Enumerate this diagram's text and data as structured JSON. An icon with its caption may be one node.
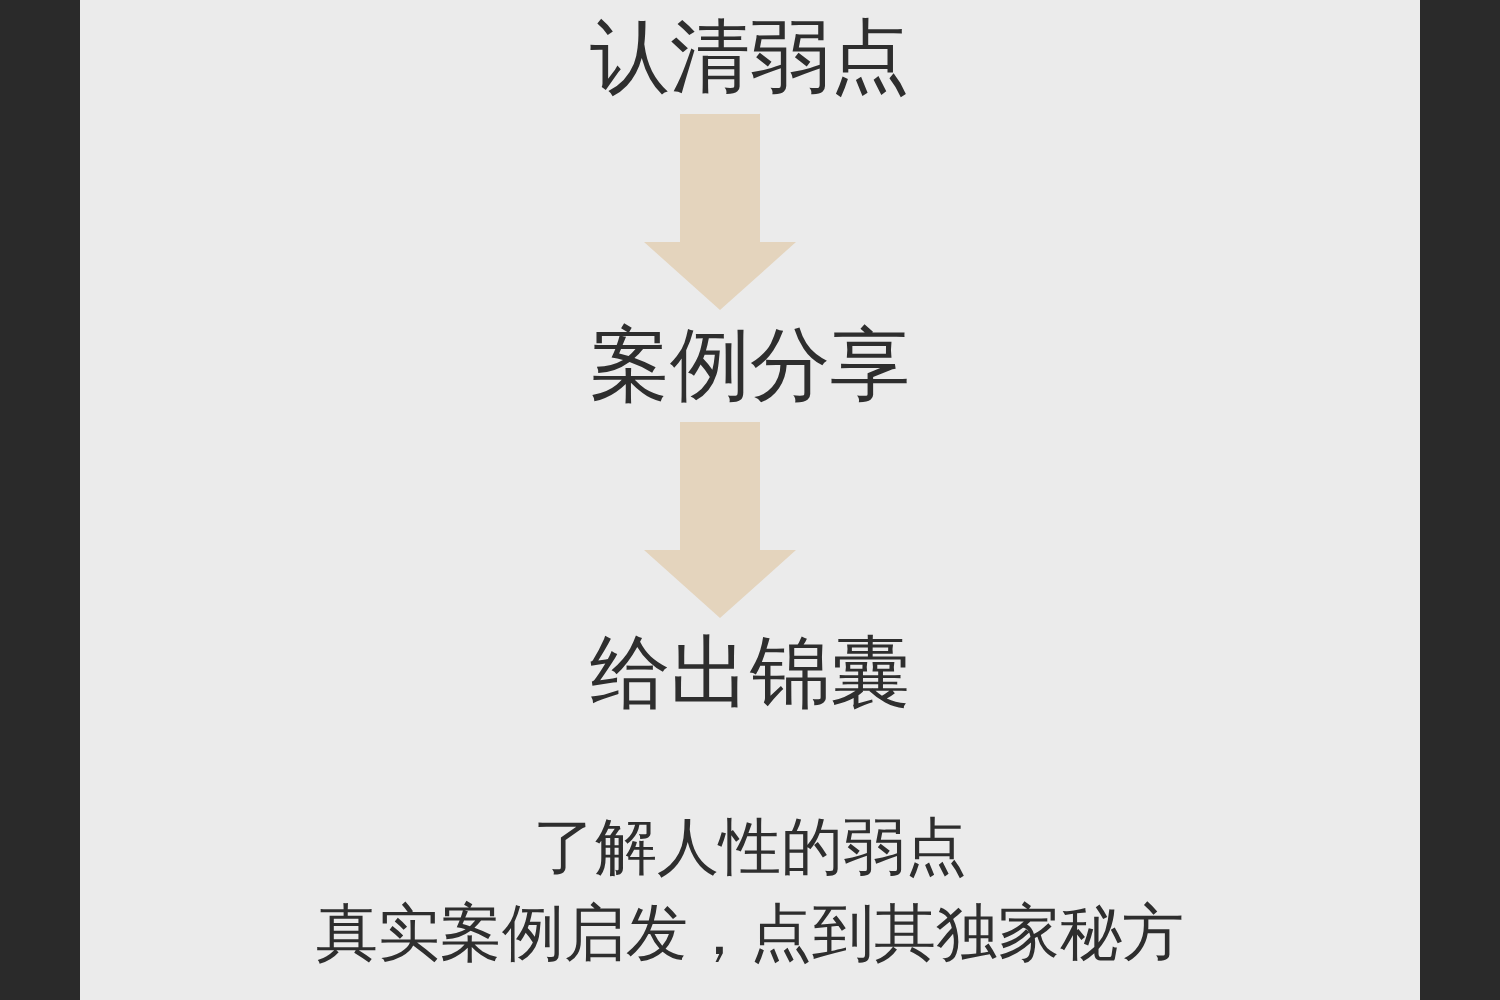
{
  "diagram": {
    "nodes": [
      {
        "text": [
          "认清弱点"
        ]
      },
      {
        "text": [
          "案例分享"
        ]
      },
      {
        "text": [
          "给出锦囊"
        ]
      }
    ],
    "edges": [
      {
        "from": 0,
        "to": 1,
        "arrow": "to"
      },
      {
        "from": 1,
        "to": 2,
        "arrow": "to"
      }
    ],
    "labels": [
      "了解人性的弱点",
      "真实案例启发，点到其独家秘方"
    ]
  }
}
